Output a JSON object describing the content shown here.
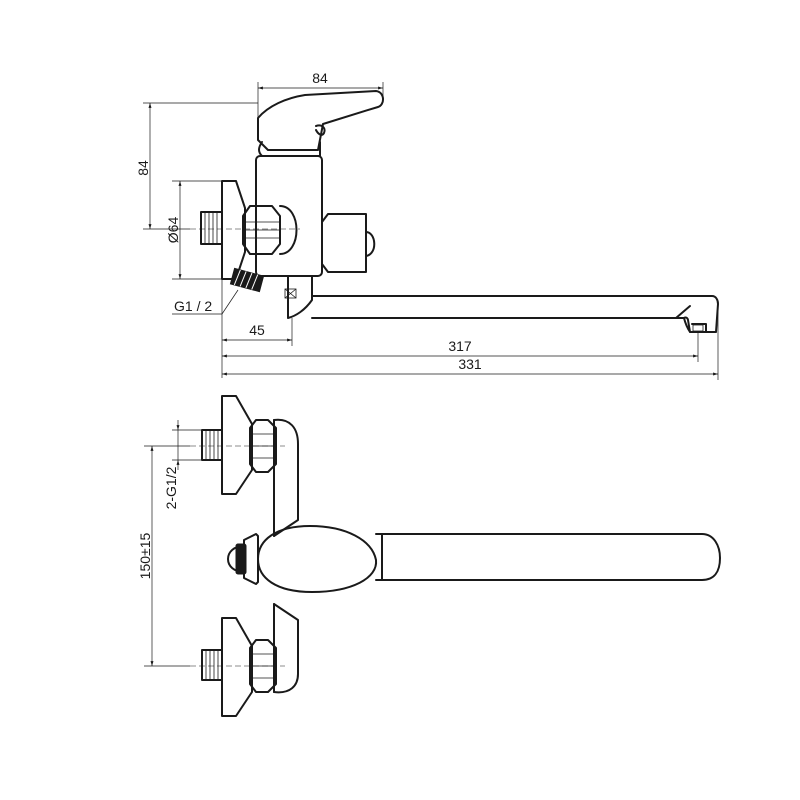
{
  "title": "",
  "top_view": {
    "dim_handle_width": "84",
    "dim_height": "84",
    "dim_flange_diameter": "Ø64",
    "dim_thread": "G1 / 2",
    "dim_offset": "45",
    "dim_spout_reach": "317",
    "dim_overall_length": "331"
  },
  "front_view": {
    "dim_inlet_thread": "2-G1/2",
    "dim_inlet_spacing": "150±15"
  }
}
